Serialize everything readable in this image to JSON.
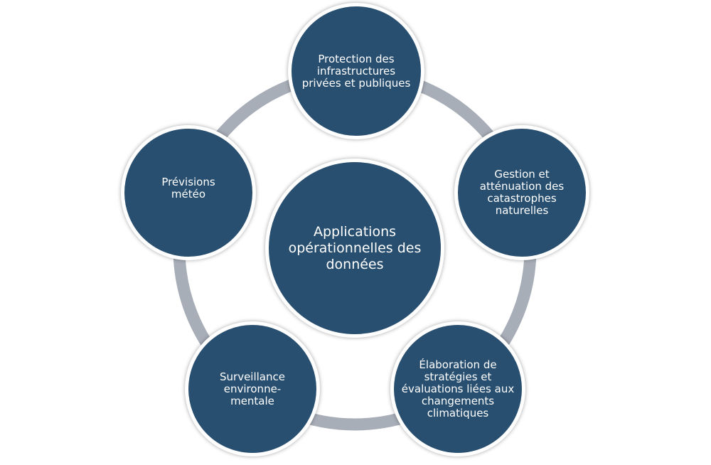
{
  "center": {
    "label": "Applications opérationnelles des données"
  },
  "nodes": [
    {
      "label": "Protection des infrastructures privées et publiques"
    },
    {
      "label": "Gestion et atténuation des catastrophes naturelles"
    },
    {
      "label": "Élaboration de stratégies et évaluations liées aux changements climatiques"
    },
    {
      "label": "Surveillance environne-mentale"
    },
    {
      "label": "Prévisions météo"
    }
  ],
  "colors": {
    "node": "#284f70",
    "ring": "#a8aeb8"
  }
}
